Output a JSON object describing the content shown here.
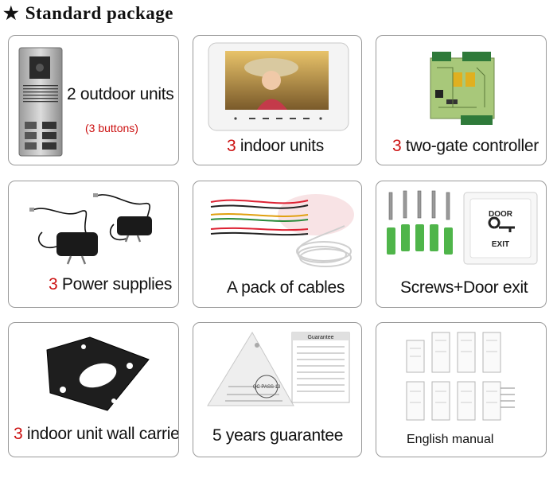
{
  "header": {
    "star": "★",
    "title": "Standard package"
  },
  "items": [
    {
      "num": "",
      "text": "2 outdoor units",
      "note": "(3 buttons)",
      "icon": "outdoor-unit-icon"
    },
    {
      "num": "3",
      "text": " indoor units",
      "icon": "indoor-monitor-icon"
    },
    {
      "num": "3",
      "text": " two-gate controller",
      "icon": "circuit-board-icon"
    },
    {
      "num": "3",
      "text": " Power supplies",
      "icon": "power-adapter-icon"
    },
    {
      "num": "",
      "text": "A pack of cables",
      "icon": "cables-icon"
    },
    {
      "num": "",
      "text": "Screws+Door exit",
      "icon": "screws-door-exit-icon",
      "exit_button": {
        "top": "DOOR",
        "bottom": "EXIT"
      }
    },
    {
      "num": "3",
      "text": " indoor unit wall carriers",
      "icon": "wall-bracket-icon"
    },
    {
      "num": "",
      "text": "5 years guarantee",
      "icon": "guarantee-card-icon",
      "card_title": "Guarantee",
      "stamp": "QC PASS 13"
    },
    {
      "num": "",
      "text": "English manual",
      "icon": "manual-icon"
    }
  ],
  "colors": {
    "accent": "#cc1111",
    "border": "#9a9a9a"
  }
}
